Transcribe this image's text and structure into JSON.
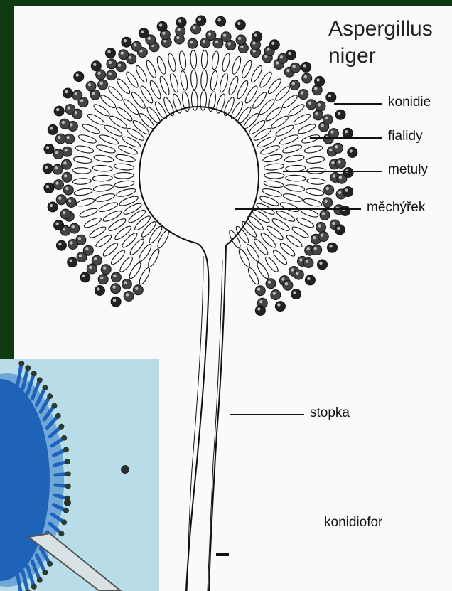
{
  "title": {
    "line1": "Aspergillus",
    "line2": "niger"
  },
  "labels": {
    "konidie": "konidie",
    "fialidy": "fialidy",
    "metuly": "metuly",
    "mechyrek": "měchýřek",
    "stopka": "stopka",
    "konidiofor": "konidiofor"
  },
  "colors": {
    "frame": "#0e3a12",
    "paper": "#fafafa",
    "ink": "#111111",
    "photo_background": "#b9dde8",
    "photo_stain": "#1f63b8"
  }
}
